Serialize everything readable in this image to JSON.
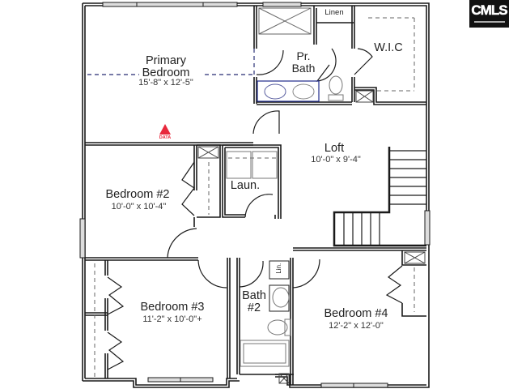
{
  "logo": {
    "text": "CMLS",
    "name": "cmls-logo"
  },
  "marker": {
    "label": "DATA",
    "color": "#e8283c"
  },
  "rooms": {
    "primary_bedroom": {
      "name_line1": "Primary",
      "name_line2": "Bedroom",
      "dims": "15'-8\" x 12'-5\""
    },
    "primary_bath": {
      "name_line1": "Pr.",
      "name_line2": "Bath"
    },
    "linen": {
      "name": "Linen"
    },
    "wic": {
      "name": "W.I.C"
    },
    "loft": {
      "name": "Loft",
      "dims": "10'-0\" x 9'-4\""
    },
    "bedroom2": {
      "name": "Bedroom #2",
      "dims": "10'-0\" x 10'-4\""
    },
    "laundry": {
      "name": "Laun."
    },
    "bedroom3": {
      "name": "Bedroom #3",
      "dims": "11'-2\" x 10'-0\"+"
    },
    "bath2": {
      "name_line1": "Bath",
      "name_line2": "#2"
    },
    "lin": {
      "name": "Lin."
    },
    "bedroom4": {
      "name": "Bedroom #4",
      "dims": "12'-2\" x 12'-0\""
    }
  },
  "colors": {
    "wall": "#1a1a1a",
    "vanity_outline": "#1f2a8a",
    "dashed": "#5a5f8a",
    "marker": "#e8283c"
  }
}
